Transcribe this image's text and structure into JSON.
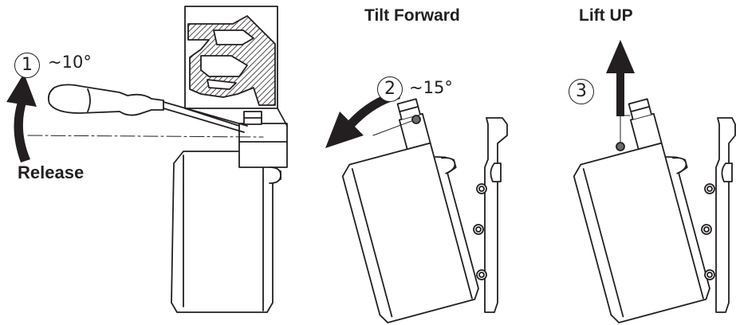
{
  "steps": [
    {
      "number": "1",
      "angle": "~10°",
      "action": "Release"
    },
    {
      "number": "2",
      "angle": "~15°",
      "action": "Tilt Forward"
    },
    {
      "number": "3",
      "angle": "",
      "action": "Lift UP"
    }
  ],
  "colors": {
    "line": "#231f20",
    "background": "#ffffff",
    "hatch": "#231f20"
  },
  "icons": {
    "step1": [
      "screwdriver-icon",
      "curved-arrow-up-icon",
      "detail-zoom-icon"
    ],
    "step2": [
      "curved-arrow-left-icon"
    ],
    "step3": [
      "arrow-up-icon"
    ]
  }
}
